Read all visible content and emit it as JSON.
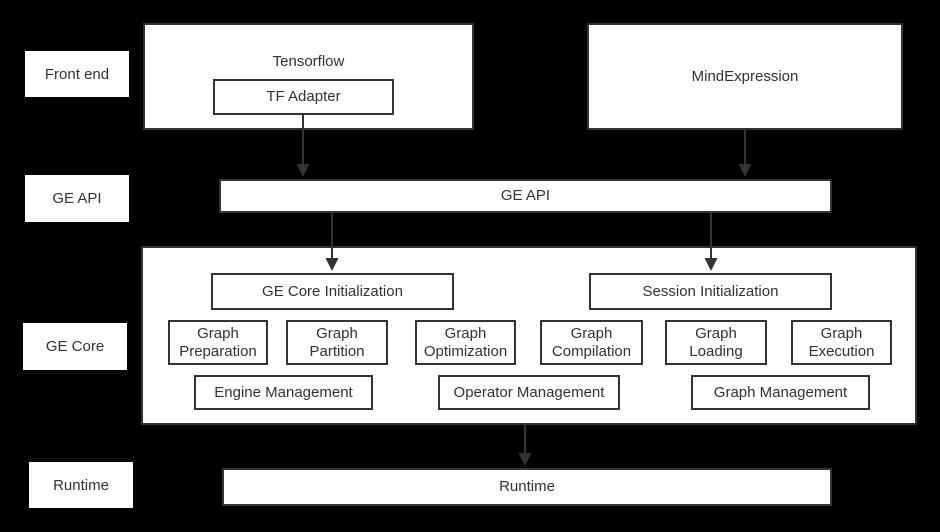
{
  "colors": {
    "background": "#000000",
    "box_fill": "#ffffff",
    "border": "#333333",
    "text": "#333333",
    "arrow": "#333333"
  },
  "row_labels": [
    {
      "label": "Front end"
    },
    {
      "label": "GE API"
    },
    {
      "label": "GE Core"
    },
    {
      "label": "Runtime"
    }
  ],
  "front_end": {
    "tensorflow_title": "Tensorflow",
    "tf_adapter": "TF Adapter",
    "mind_expression": "MindExpression"
  },
  "ge_api_bar": "GE API",
  "ge_core": {
    "ge_core_initialization": "GE Core Initialization",
    "session_initialization": "Session Initialization",
    "modules": [
      {
        "line1": "Graph",
        "line2": "Preparation"
      },
      {
        "line1": "Graph",
        "line2": "Partition"
      },
      {
        "line1": "Graph",
        "line2": "Optimization"
      },
      {
        "line1": "Graph",
        "line2": "Compilation"
      },
      {
        "line1": "Graph",
        "line2": "Loading"
      },
      {
        "line1": "Graph",
        "line2": "Execution"
      }
    ],
    "managers": [
      "Engine Management",
      "Operator Management",
      "Graph Management"
    ]
  },
  "runtime_bar": "Runtime"
}
